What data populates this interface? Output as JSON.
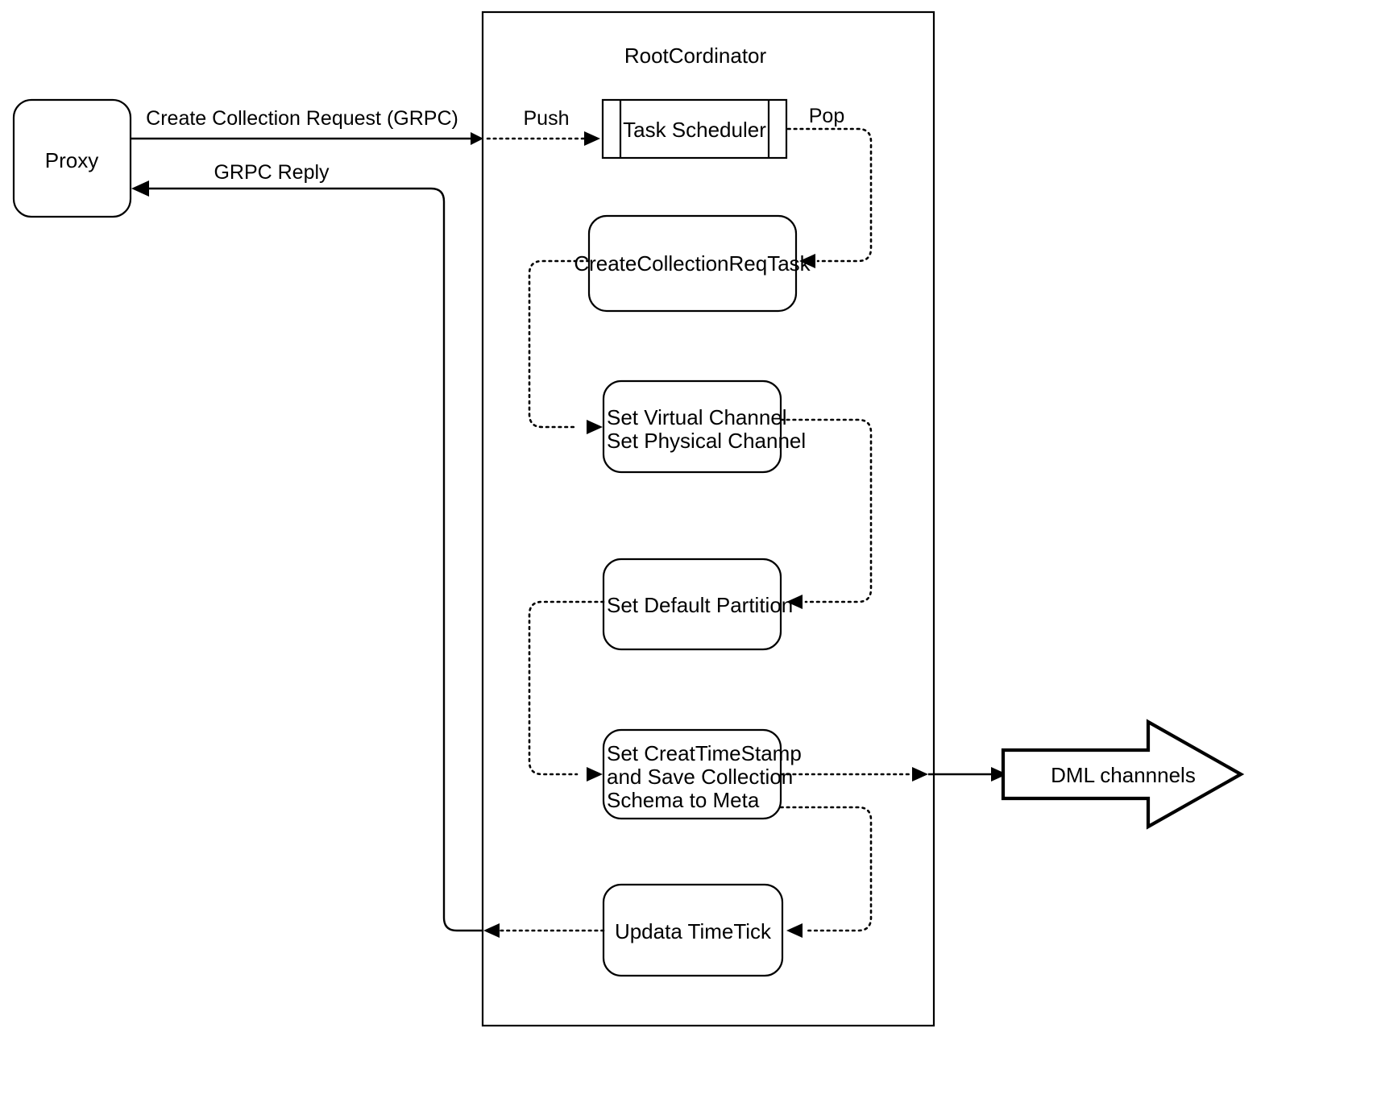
{
  "diagram": {
    "title": "RootCordinator Create Collection Request Flow",
    "background_color": "#ffffff",
    "stroke_color": "#000000"
  },
  "container": {
    "name": "RootCordinator",
    "title": "RootCordinator"
  },
  "external_nodes": [
    {
      "id": "proxy",
      "label": "Proxy",
      "shape": "rounded-rect"
    },
    {
      "id": "dml-channels",
      "label": "DML channnels",
      "shape": "block-arrow"
    }
  ],
  "internal_nodes": [
    {
      "id": "task-scheduler",
      "label": "Task Scheduler",
      "shape": "queue"
    },
    {
      "id": "create-collection-req-task",
      "label": "CreateCollectionReqTask",
      "shape": "rounded-rect"
    },
    {
      "id": "set-channels",
      "label": "Set Virtual Channel\nSet Physical Channel",
      "line1": "Set Virtual Channel",
      "line2": "Set Physical Channel",
      "shape": "rounded-rect"
    },
    {
      "id": "set-default-partition",
      "label": "Set Default Partition",
      "shape": "rounded-rect"
    },
    {
      "id": "set-timestamp-save-meta",
      "label": "Set CreatTimeStamp and Save Collection Schema to Meta",
      "line1": "Set CreatTimeStamp",
      "line2": "and Save Collection",
      "line3": "Schema to Meta",
      "shape": "rounded-rect"
    },
    {
      "id": "updata-timetick",
      "label": "Updata TimeTick",
      "shape": "rounded-rect"
    }
  ],
  "edges": [
    {
      "id": "proxy-to-rootcord",
      "label": "Create Collection Request (GRPC)",
      "style": "solid",
      "from": "proxy",
      "to": "rootcordinator-boundary"
    },
    {
      "id": "push-to-scheduler",
      "label": "Push",
      "style": "dotted",
      "from": "rootcordinator-boundary",
      "to": "task-scheduler"
    },
    {
      "id": "pop-from-scheduler",
      "label": "Pop",
      "style": "dotted",
      "from": "task-scheduler",
      "to": "create-collection-req-task"
    },
    {
      "id": "task-to-set-channels",
      "label": "",
      "style": "dotted",
      "from": "create-collection-req-task",
      "to": "set-channels"
    },
    {
      "id": "channels-to-partition",
      "label": "",
      "style": "dotted",
      "from": "set-channels",
      "to": "set-default-partition"
    },
    {
      "id": "partition-to-timestamp",
      "label": "",
      "style": "dotted",
      "from": "set-default-partition",
      "to": "set-timestamp-save-meta"
    },
    {
      "id": "timestamp-to-dml",
      "label": "",
      "style": "dotted-solid",
      "from": "set-timestamp-save-meta",
      "to": "dml-channels"
    },
    {
      "id": "timestamp-to-timetick",
      "label": "",
      "style": "dotted",
      "from": "set-timestamp-save-meta",
      "to": "updata-timetick"
    },
    {
      "id": "timetick-to-reply",
      "label": "",
      "style": "dotted",
      "from": "updata-timetick",
      "to": "grpc-reply-line"
    },
    {
      "id": "rootcord-to-proxy",
      "label": "GRPC Reply",
      "style": "solid",
      "from": "rootcordinator-boundary",
      "to": "proxy"
    }
  ],
  "labels": {
    "proxy": "Proxy",
    "rootcordinator": "RootCordinator",
    "create_collection_request": "Create Collection Request (GRPC)",
    "grpc_reply": "GRPC Reply",
    "push": "Push",
    "pop": "Pop",
    "task_scheduler": "Task Scheduler",
    "create_collection_req_task": "CreateCollectionReqTask",
    "set_virtual_channel": "Set Virtual Channel",
    "set_physical_channel": "Set Physical Channel",
    "set_default_partition": "Set Default Partition",
    "set_creat_timestamp": "Set CreatTimeStamp",
    "and_save_collection": "and Save Collection",
    "schema_to_meta": "Schema to Meta",
    "updata_timetick": "Updata TimeTick",
    "dml_channnels": "DML channnels"
  }
}
